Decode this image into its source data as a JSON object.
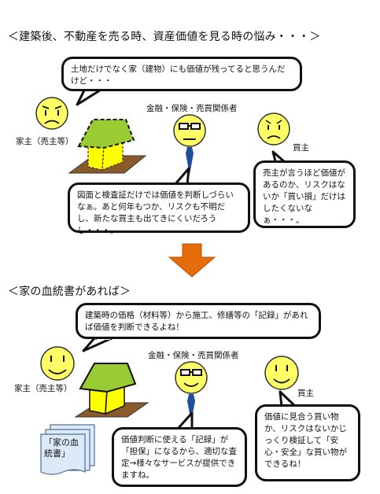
{
  "section1": {
    "heading": "＜建築後、不動産を売る時、資産価値を見る時の悩み・・・＞",
    "owner_bubble": "土地だけでなく家（建物）にも価値が残ってると思うんだけど・・・",
    "owner_label": "家主（売主等）",
    "agent_label": "金融・保険・売買関係者",
    "buyer_label": "買主",
    "agent_bubble": "図面と検査証だけでは価値を判断しづらいなぁ。あと何年もつか、リスクも不明だし、新たな買主も出てきにくいだろうし・・・。",
    "buyer_bubble": "売主が言うほど価値があるのか、リスクはないか「買い損」だけはしたくないなぁ・・・。"
  },
  "section2": {
    "heading": "＜家の血統書があれば＞",
    "owner_bubble": "建築時の価格（材料等）から施工、修繕等の「記録」があれば価値を判断できるよね！",
    "owner_label": "家主（売主等）",
    "agent_label": "金融・保険・売買関係者",
    "buyer_label": "買主",
    "document_label": "「家の血統書」",
    "agent_bubble": "価値判断に使える「記録」が「担保」になるから、適切な査定→様々なサービスが提供できますね。",
    "buyer_bubble": "価値に見合う買い物か、リスクはないかじっくり検証して「安心・安全」な買い物ができるね！"
  },
  "colors": {
    "face": "#FFFF66",
    "roof": "#99CC33",
    "house_body": "#FFFF00",
    "ground": "#8B5A2B",
    "arrow": "#E46C0A",
    "tie": "#1F4E9C",
    "doc": "#DCE9F7"
  }
}
